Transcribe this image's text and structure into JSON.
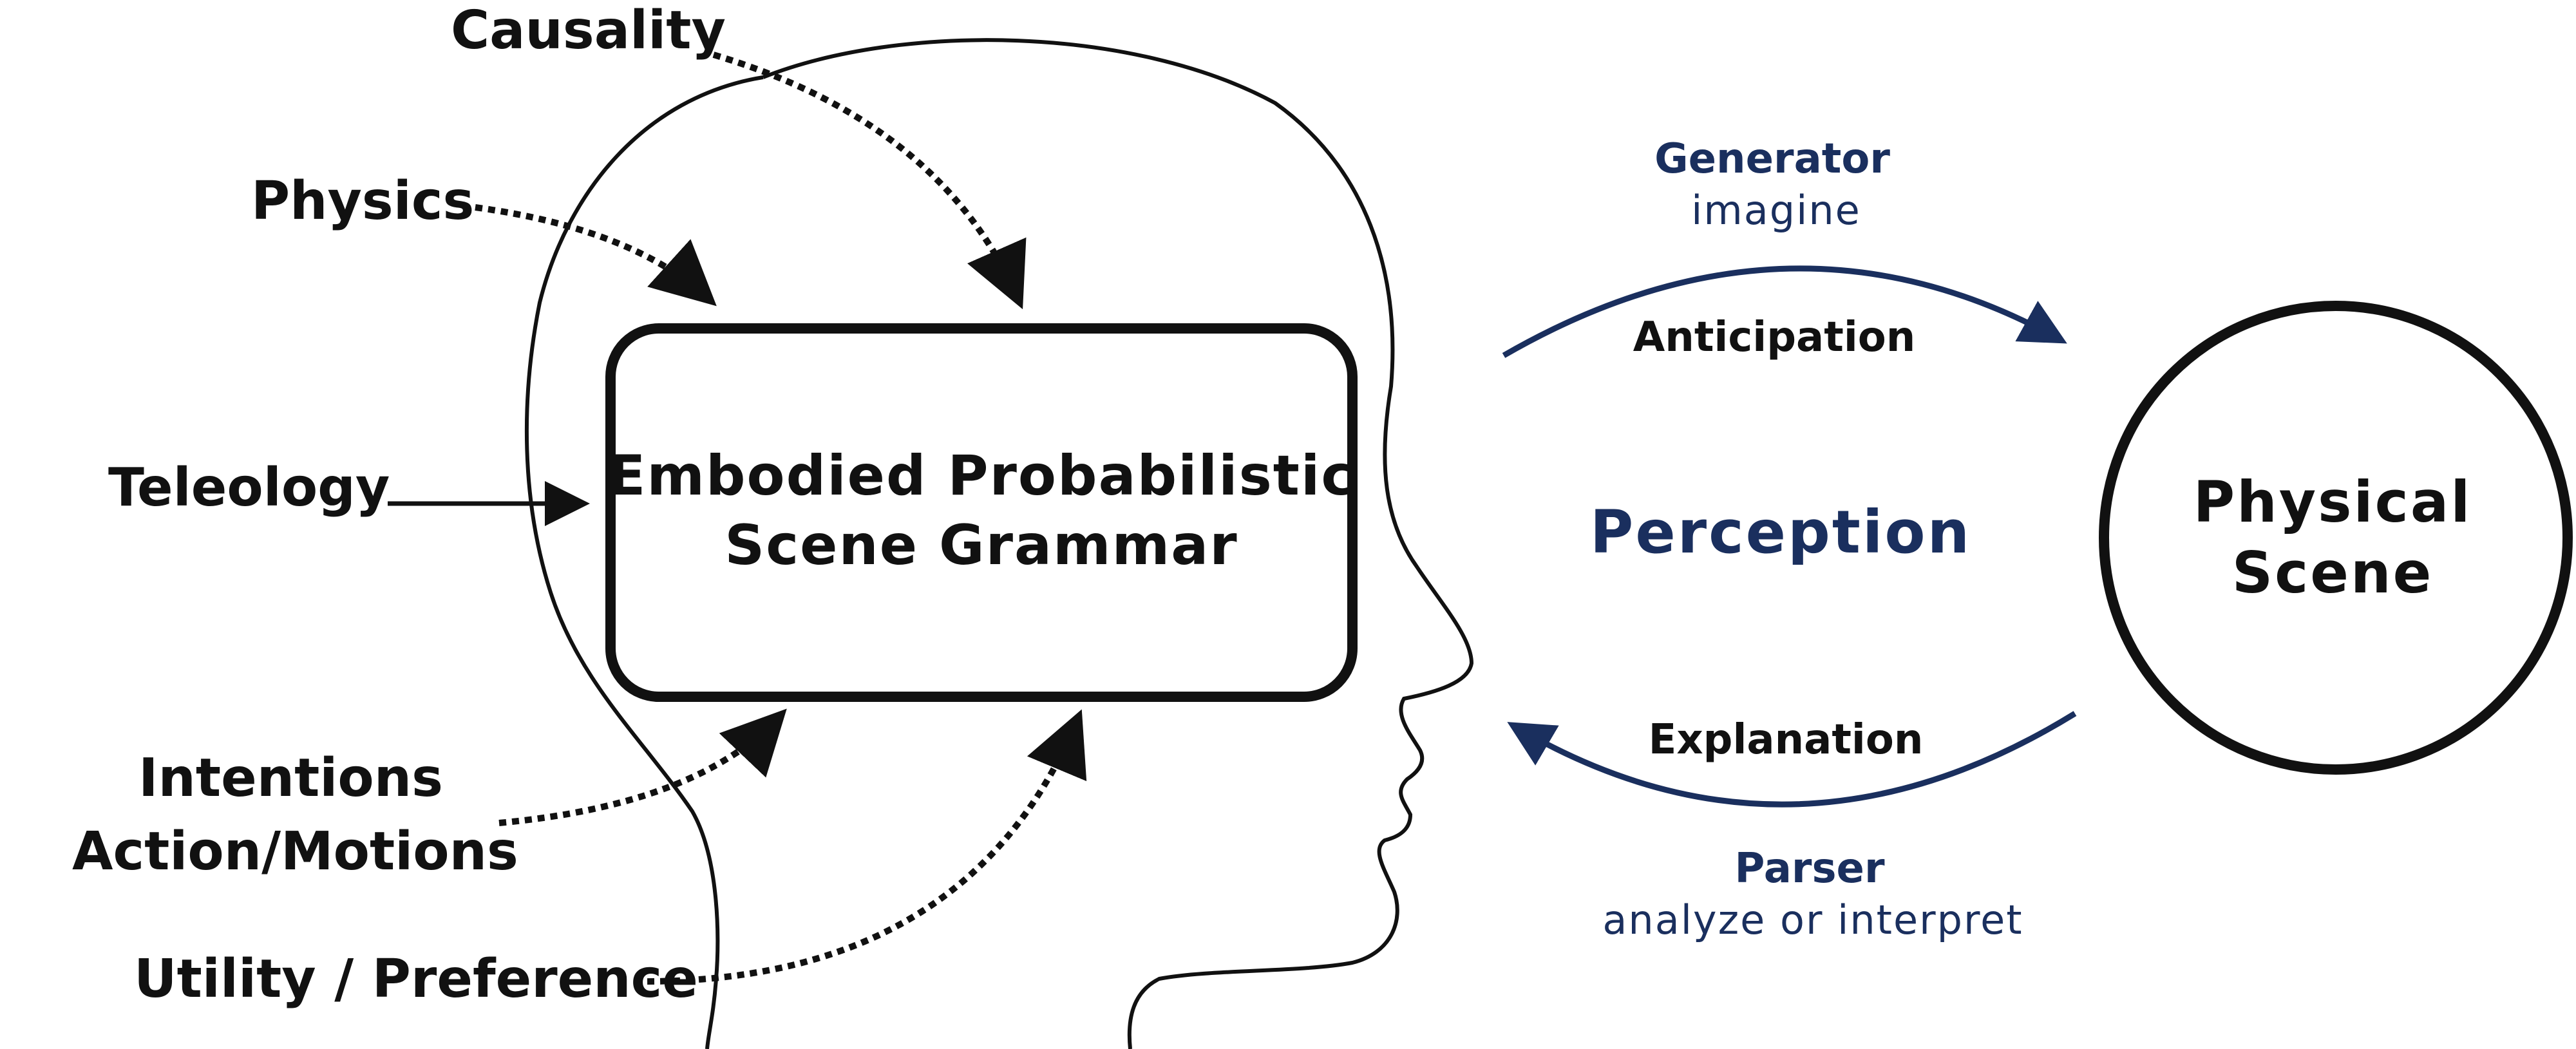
{
  "influences": {
    "causality": "Causality",
    "physics": "Physics",
    "teleology": "Teleology",
    "intentions_line1": "Intentions",
    "intentions_line2": "Action/Motions",
    "utility": "Utility / Preference"
  },
  "grammar_box": {
    "line1": "Embodied Probabilistic",
    "line2": "Scene Grammar"
  },
  "perception": {
    "center_label": "Perception",
    "generator": {
      "title": "Generator",
      "subtitle": "imagine",
      "arc_label": "Anticipation"
    },
    "parser": {
      "title": "Parser",
      "subtitle": "analyze or interpret",
      "arc_label": "Explanation"
    }
  },
  "scene": {
    "line1": "Physical",
    "line2": "Scene"
  },
  "colors": {
    "navy": "#1a2f5e",
    "black": "#111111"
  }
}
